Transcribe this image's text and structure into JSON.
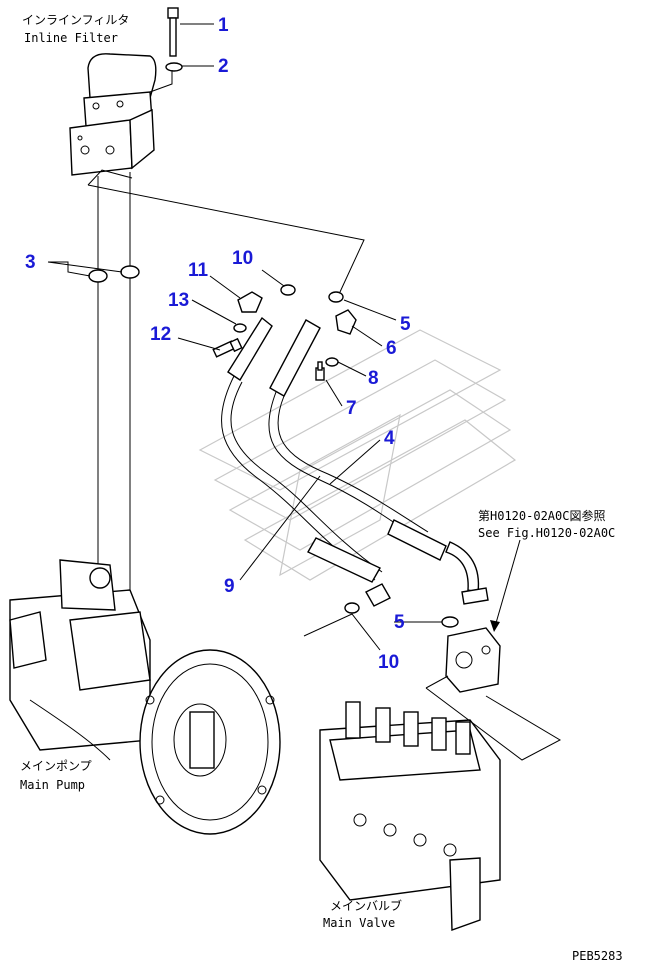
{
  "labels": {
    "inline_filter_jp": "インラインフィルタ",
    "inline_filter_en": "Inline Filter",
    "main_pump_jp": "メインポンプ",
    "main_pump_en": "Main Pump",
    "main_valve_jp": "メインバルブ",
    "main_valve_en": "Main Valve",
    "see_fig_jp": "第H0120-02A0C図参照",
    "see_fig_en": "See Fig.H0120-02A0C",
    "drawing_code": "PEB5283"
  },
  "callouts": {
    "c1": "1",
    "c2": "2",
    "c3": "3",
    "c4": "4",
    "c5a": "5",
    "c5b": "5",
    "c6": "6",
    "c7": "7",
    "c8": "8",
    "c9": "9",
    "c10a": "10",
    "c10b": "10",
    "c11": "11",
    "c12": "12",
    "c13": "13"
  },
  "colors": {
    "callout": "#1a1ad6",
    "line": "#000000",
    "watermark": "#c8c8c8"
  }
}
